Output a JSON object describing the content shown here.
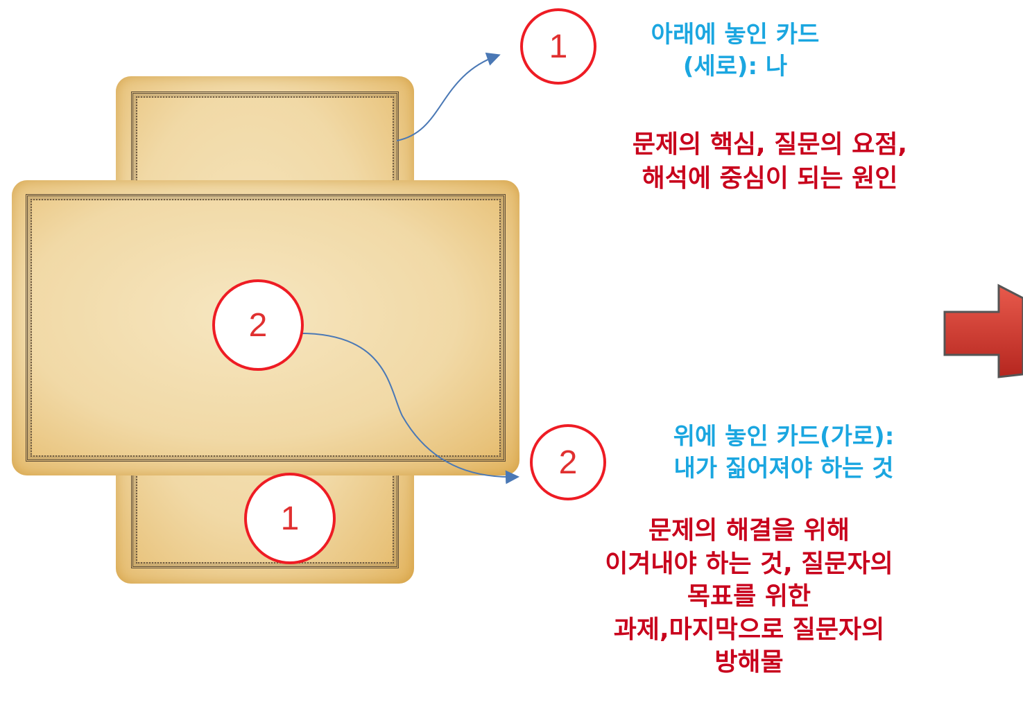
{
  "colors": {
    "accent_red": "#ee1c24",
    "text_blue": "#1aa6e0",
    "text_red": "#c8001c",
    "arrow_blue": "#4a78b5",
    "arrow_fill": "#d63a32"
  },
  "markers": {
    "vertical_card": "1",
    "horizontal_card": "2",
    "callout_1": "1",
    "callout_2": "2"
  },
  "callout_1": {
    "title_line1": "아래에 놓인 카드",
    "title_line2": "(세로): 나",
    "desc_line1": "문제의 핵심, 질문의 요점,",
    "desc_line2": "해석에 중심이 되는 원인"
  },
  "callout_2": {
    "title_line1": "위에 놓인 카드(가로):",
    "title_line2": "내가 짊어져야 하는 것",
    "desc_line1": "문제의 해결을 위해",
    "desc_line2": "이겨내야 하는 것, 질문자의",
    "desc_line3": "목표를 위한",
    "desc_line4": "과제,마지막으로 질문자의",
    "desc_line5": "방해물"
  },
  "icons": {
    "next_arrow": "right-arrow-icon"
  }
}
